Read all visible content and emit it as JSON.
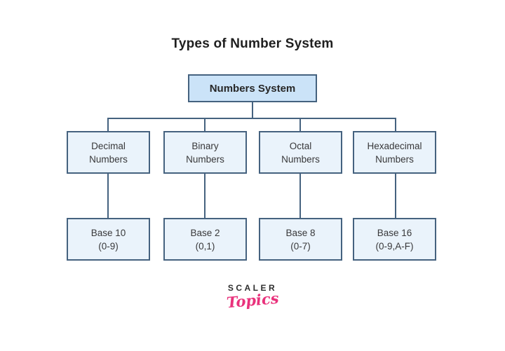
{
  "title": "Types of Number System",
  "root": {
    "label": "Numbers System"
  },
  "types": [
    {
      "line1": "Decimal",
      "line2": "Numbers"
    },
    {
      "line1": "Binary",
      "line2": "Numbers"
    },
    {
      "line1": "Octal",
      "line2": "Numbers"
    },
    {
      "line1": "Hexadecimal",
      "line2": "Numbers"
    }
  ],
  "bases": [
    {
      "line1": "Base 10",
      "line2": "(0-9)"
    },
    {
      "line1": "Base 2",
      "line2": "(0,1)"
    },
    {
      "line1": "Base 8",
      "line2": "(0-7)"
    },
    {
      "line1": "Base 16",
      "line2": "(0-9,A-F)"
    }
  ],
  "logo": {
    "brand": "SCALER",
    "sub": "Topics"
  },
  "colors": {
    "line": "#45627f",
    "root_fill": "#cbe3f8",
    "box_fill": "#eaf3fb",
    "accent_pink": "#e9327c",
    "ink": "#1f1f1f",
    "box_ink": "#38383a"
  }
}
